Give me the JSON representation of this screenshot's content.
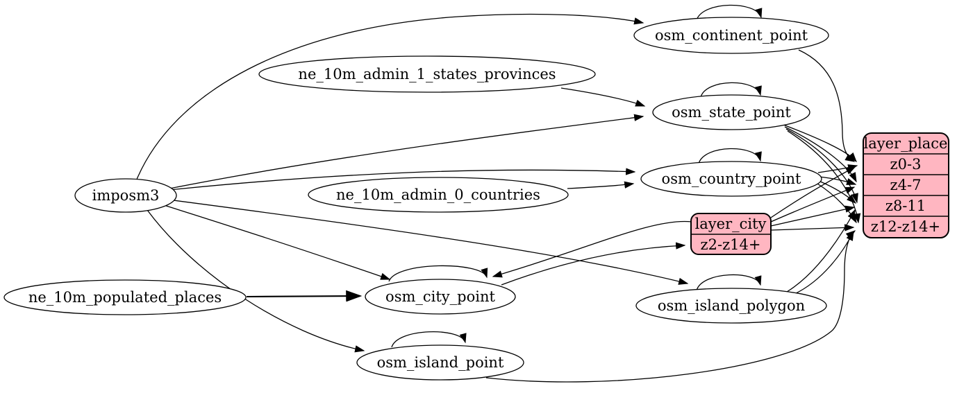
{
  "diagram": {
    "colors": {
      "background": "#ffffff",
      "node_fill": "#ffffff",
      "record_fill": "#ffb6c1",
      "stroke": "#000000"
    },
    "nodes": {
      "imposm3": {
        "label": "imposm3"
      },
      "ne_10m_populated_places": {
        "label": "ne_10m_populated_places"
      },
      "ne_10m_admin_1_states_provinces": {
        "label": "ne_10m_admin_1_states_provinces"
      },
      "ne_10m_admin_0_countries": {
        "label": "ne_10m_admin_0_countries"
      },
      "osm_continent_point": {
        "label": "osm_continent_point"
      },
      "osm_state_point": {
        "label": "osm_state_point"
      },
      "osm_country_point": {
        "label": "osm_country_point"
      },
      "osm_city_point": {
        "label": "osm_city_point"
      },
      "osm_island_polygon": {
        "label": "osm_island_polygon"
      },
      "osm_island_point": {
        "label": "osm_island_point"
      }
    },
    "records": {
      "layer_city": {
        "title": "layer_city",
        "rows": [
          "z2-z14+"
        ]
      },
      "layer_place": {
        "title": "layer_place",
        "rows": [
          "z0-3",
          "z4-7",
          "z8-11",
          "z12-z14+"
        ]
      }
    }
  }
}
